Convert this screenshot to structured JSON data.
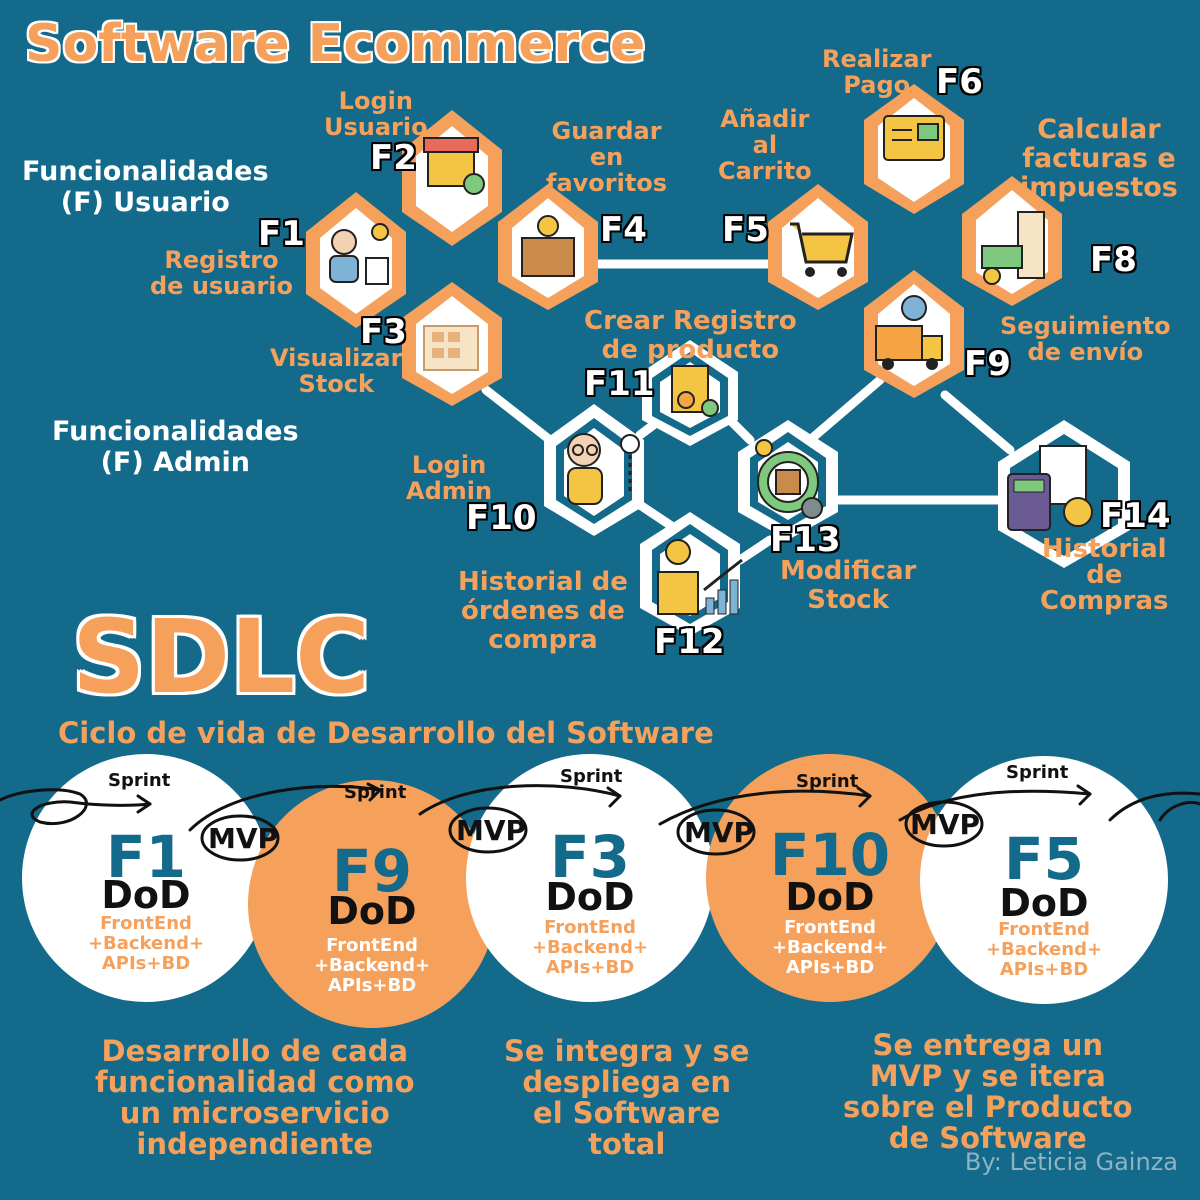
{
  "title": "Software Ecommerce",
  "sections": {
    "user": "Funcionalidades\n(F) Usuario",
    "admin": "Funcionalidades\n(F) Admin"
  },
  "nodes": [
    {
      "id": "F1",
      "label": "Registro\nde usuario",
      "icon": "user-registration-icon"
    },
    {
      "id": "F2",
      "label": "Login\nUsuario",
      "icon": "storefront-clock-icon"
    },
    {
      "id": "F3",
      "label": "Visualizar\nStock",
      "icon": "warehouse-stock-icon"
    },
    {
      "id": "F4",
      "label": "Guardar\nen\nfavoritos",
      "icon": "favorite-box-icon"
    },
    {
      "id": "F5",
      "label": "Añadir\nal\nCarrito",
      "icon": "shopping-cart-icon"
    },
    {
      "id": "F6",
      "label": "Realizar\nPago",
      "icon": "payment-screen-icon"
    },
    {
      "id": "F8",
      "label": "Calcular\nfacturas e\nimpuestos",
      "icon": "invoice-cash-icon"
    },
    {
      "id": "F9",
      "label": "Seguimiento\nde envío",
      "icon": "delivery-truck-icon"
    },
    {
      "id": "F10",
      "label": "Login\nAdmin",
      "icon": "admin-user-icon"
    },
    {
      "id": "F11",
      "label": "Crear Registro\nde producto",
      "icon": "product-form-icon"
    },
    {
      "id": "F12",
      "label": "Historial de\nórdenes de\ncompra",
      "icon": "coins-growth-icon"
    },
    {
      "id": "F13",
      "label": "Modificar\nStock",
      "icon": "stock-gear-icon"
    },
    {
      "id": "F14",
      "label": "Historial\nde\nCompras",
      "icon": "calculator-report-icon"
    }
  ],
  "sdlc": {
    "title": "SDLC",
    "subtitle": "Ciclo de vida de Desarrollo del Software",
    "sprint_label": "Sprint",
    "mvp_label": "MVP",
    "dod_label": "DoD",
    "stack_label": "FrontEnd\n+Backend+\nAPIs+BD",
    "iterations": [
      {
        "id": "F1",
        "style": "white"
      },
      {
        "id": "F9",
        "style": "orange"
      },
      {
        "id": "F3",
        "style": "white"
      },
      {
        "id": "F10",
        "style": "orange"
      },
      {
        "id": "F5",
        "style": "white"
      }
    ],
    "notes": [
      "Desarrollo de cada\nfuncionalidad como\nun  microservicio\nindependiente",
      "Se integra y se\ndespliega en\nel Software\ntotal",
      "Se entrega un\nMVP y se itera\nsobre el Producto\nde Software"
    ]
  },
  "author": "By: Leticia Gainza",
  "colors": {
    "background": "#136a8a",
    "accent": "#f5a15c",
    "admin_hex": "#ffffff",
    "text_dark": "#111111"
  }
}
